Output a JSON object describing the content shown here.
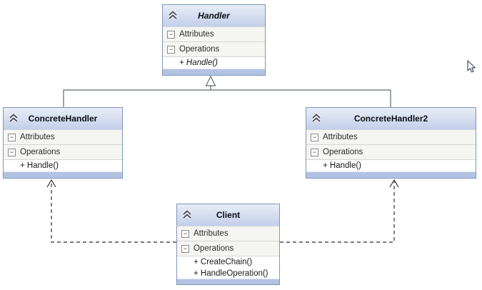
{
  "diagram": {
    "classes": [
      {
        "title": "Handler",
        "attributes_label": "Attributes",
        "operations_label": "Operations",
        "methods": [
          "+ Handle()"
        ]
      },
      {
        "title": "ConcreteHandler",
        "attributes_label": "Attributes",
        "operations_label": "Operations",
        "methods": [
          "+ Handle()"
        ]
      },
      {
        "title": "ConcreteHandler2",
        "attributes_label": "Attributes",
        "operations_label": "Operations",
        "methods": [
          "+ Handle()"
        ]
      },
      {
        "title": "Client",
        "attributes_label": "Attributes",
        "operations_label": "Operations",
        "methods": [
          "+ CreateChain()",
          "+ HandleOperation()"
        ]
      }
    ],
    "relationships": [
      {
        "type": "inheritance",
        "from": "ConcreteHandler",
        "to": "Handler"
      },
      {
        "type": "inheritance",
        "from": "ConcreteHandler2",
        "to": "Handler"
      },
      {
        "type": "dashed-arrow",
        "from": "Client",
        "to": "ConcreteHandler"
      },
      {
        "type": "dashed-arrow",
        "from": "Client",
        "to": "ConcreteHandler2"
      }
    ],
    "icons": {
      "collapse_chevron": "chevron-double-up-icon",
      "collapse_minus": "minus-box-icon",
      "minus_glyph": "−"
    },
    "colors": {
      "box_border": "#7e96ba",
      "header_gradient_top": "#e8eef8",
      "header_gradient_bottom": "#c3d0e9",
      "footer_strip": "#b3c3e3",
      "compartment_bg": "#f5f5f1",
      "inheritance_line": "#5f6a72",
      "dependency_line": "#2e2e2e"
    }
  }
}
